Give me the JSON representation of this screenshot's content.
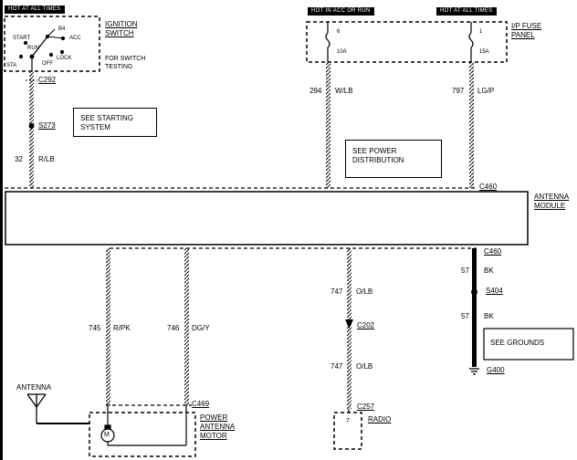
{
  "hot_labels": {
    "left": "HOT AT ALL TIMES",
    "acc_run": "HOT IN ACC OR RUN",
    "right": "HOT AT ALL TIMES"
  },
  "ignition": {
    "title_line1": "IGNITION",
    "title_line2": "SWITCH",
    "positions": [
      "START",
      "B4",
      "ACC",
      "RUN",
      "LOCK",
      "OFF",
      "STA"
    ],
    "note_line1": "FOR SWITCH",
    "note_line2": "TESTING"
  },
  "fuse_panel": {
    "title_line1": "I/P FUSE",
    "title_line2": "PANEL",
    "fuse_a_number": "6",
    "fuse_a_rating": "10A",
    "fuse_b_number": "1",
    "fuse_b_rating": "15A"
  },
  "connectors": {
    "c292": "C292",
    "s273": "S273",
    "c460_top": "C460",
    "c460_bottom": "C460",
    "s404": "S404",
    "c202": "C202",
    "c469": "C469",
    "c257": "C257",
    "g400": "G400"
  },
  "wires": {
    "w32_num": "32",
    "w32_color": "R/LB",
    "w294_num": "294",
    "w294_color": "W/LB",
    "w797_num": "797",
    "w797_color": "LG/P",
    "w745_num": "745",
    "w745_color": "R/PK",
    "w746_num": "746",
    "w746_color": "DG/Y",
    "w747a_num": "747",
    "w747a_color": "O/LB",
    "w747b_num": "747",
    "w747b_color": "O/LB",
    "w57a_num": "57",
    "w57a_color": "BK",
    "w57b_num": "57",
    "w57b_color": "BK"
  },
  "notes": {
    "starting_line1": "SEE STARTING",
    "starting_line2": "SYSTEM",
    "power_line1": "SEE POWER",
    "power_line2": "DISTRIBUTION",
    "grounds": "SEE GROUNDS"
  },
  "module": {
    "line1": "ANTENNA",
    "line2": "MODULE"
  },
  "motor": {
    "line1": "POWER",
    "line2": "ANTENNA",
    "line3": "MOTOR",
    "symbol": "M"
  },
  "antenna_label": "ANTENNA",
  "radio": {
    "pin": "7",
    "label": "RADIO"
  }
}
